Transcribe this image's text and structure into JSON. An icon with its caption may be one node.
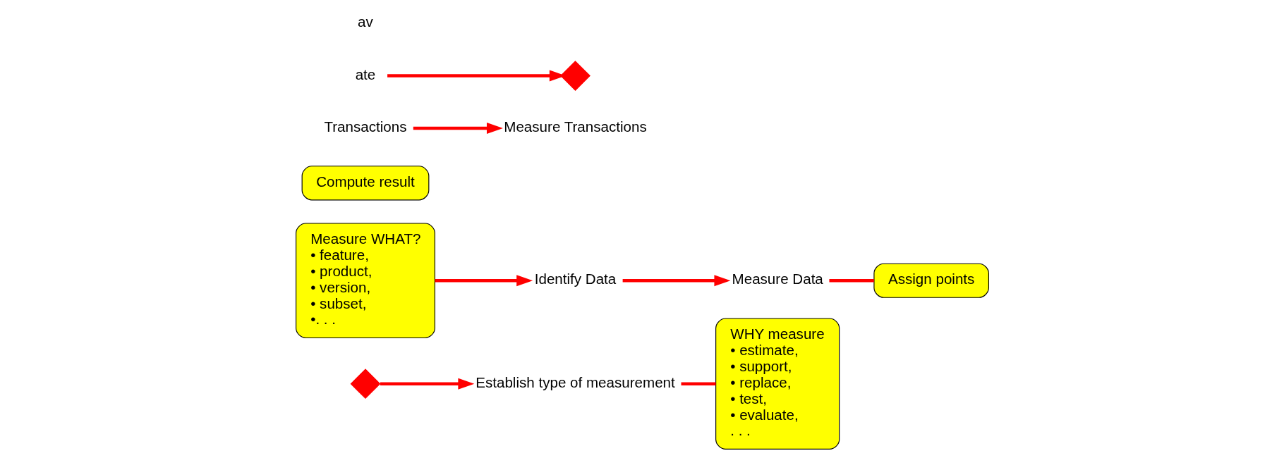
{
  "diagram": {
    "nodes": [
      {
        "text": [],
        "shape": "diamond"
      },
      {
        "text": [
          "Establish type of measurement"
        ]
      },
      {
        "text": [
          "WHY measure",
          "• estimate,",
          "• support,",
          "• replace,",
          "• test,",
          "• evaluate,",
          ". . ."
        ]
      },
      {
        "text": [
          "Measure WHAT?",
          "• feature,",
          "• product,",
          "• version,",
          "• subset,",
          "•. . ."
        ]
      },
      {
        "text": [
          "Identify Data"
        ]
      },
      {
        "text": [
          "Measure Data"
        ]
      },
      {
        "text": [
          "Assign points"
        ]
      },
      {
        "text": [
          "Compute result"
        ]
      },
      {
        "text": [
          "Transactions"
        ]
      },
      {
        "text": [
          "Measure Transactions"
        ]
      },
      {
        "text": [
          "ate"
        ]
      },
      {
        "text": [],
        "shape": "diamond"
      }
    ],
    "edges": [
      {
        "from": 0,
        "to": 1,
        "arrow": "to"
      },
      {
        "from": 1,
        "to": 2,
        "arrow": "none"
      },
      {
        "from": 3,
        "to": 4,
        "arrow": "to"
      },
      {
        "from": 4,
        "to": 5,
        "arrow": "to"
      },
      {
        "from": 5,
        "to": 6,
        "arrow": "none"
      },
      {
        "from": 8,
        "to": 9,
        "arrow": "to"
      },
      {
        "from": 10,
        "to": 11,
        "arrow": "to"
      }
    ],
    "labels": [
      "av"
    ]
  }
}
